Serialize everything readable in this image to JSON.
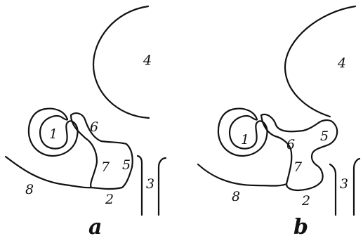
{
  "panels": [
    {
      "id": "a",
      "caption": "a",
      "labels": {
        "l1": "1",
        "l2": "2",
        "l3": "3",
        "l4": "4",
        "l5": "5",
        "l6": "6",
        "l7": "7",
        "l8": "8"
      }
    },
    {
      "id": "b",
      "caption": "b",
      "labels": {
        "l1": "1",
        "l2": "2",
        "l3": "3",
        "l4": "4",
        "l5": "5",
        "l6": "6",
        "l7": "7",
        "l8": "8"
      }
    }
  ],
  "colors": {
    "ink": "#111111",
    "background": "#ffffff"
  }
}
